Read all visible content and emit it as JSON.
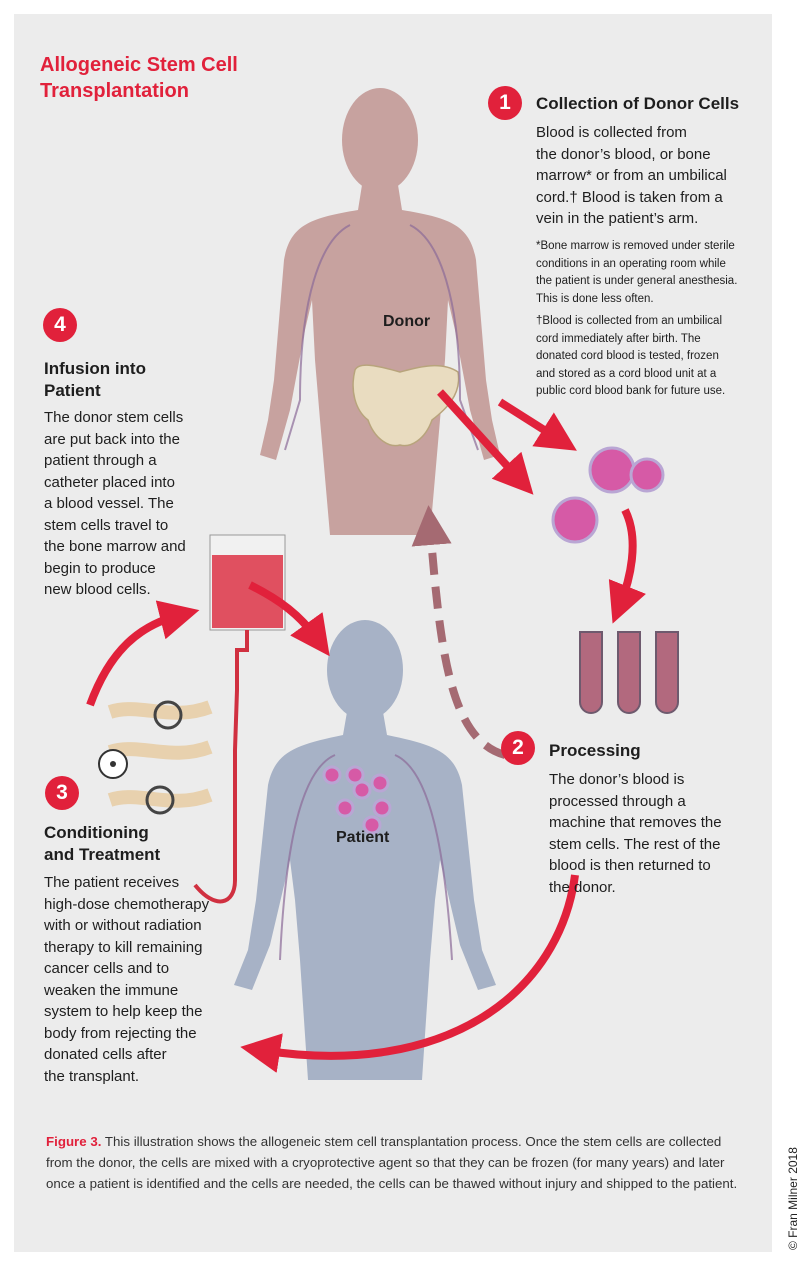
{
  "title": [
    "Allogeneic Stem Cell",
    "Transplantation"
  ],
  "steps": {
    "s1": {
      "number": "1",
      "heading": [
        "Collection of Donor Cells"
      ],
      "body": [
        "Blood is collected from",
        "the donor’s blood, or bone",
        "marrow* or from an umbilical",
        "cord.† Blood is taken from a",
        "vein in the patient’s arm."
      ],
      "footnote1": [
        "*Bone marrow is removed under sterile",
        "conditions in an operating room while",
        "the patient is under general anesthesia.",
        "This is done less often."
      ],
      "footnote2": [
        "†Blood is collected from an umbilical",
        "cord immediately after birth. The",
        "donated cord blood is tested, frozen",
        "and stored as a cord blood unit at a",
        "public cord blood bank for future use."
      ]
    },
    "s2": {
      "number": "2",
      "heading": [
        "Processing"
      ],
      "body": [
        "The donor’s blood is",
        "processed through a",
        "machine that removes the",
        "stem cells. The rest of the",
        "blood is then returned to",
        "the donor."
      ]
    },
    "s3": {
      "number": "3",
      "heading": [
        "Conditioning",
        "and Treatment"
      ],
      "body": [
        "The patient receives",
        "high-dose chemotherapy",
        "with or without radiation",
        "therapy to kill remaining",
        "cancer cells and to",
        "weaken the immune",
        "system to help keep the",
        "body from rejecting the",
        "donated cells after",
        "the transplant."
      ]
    },
    "s4": {
      "number": "4",
      "heading": [
        "Infusion into",
        "Patient"
      ],
      "body": [
        "The donor stem cells",
        "are put back into the",
        "patient through a",
        "catheter placed into",
        "a blood vessel. The",
        "stem cells travel to",
        "the bone marrow and",
        "begin to produce",
        "new blood cells."
      ]
    }
  },
  "labels": {
    "donor": "Donor",
    "patient": "Patient"
  },
  "caption": {
    "figure": "Figure 3.",
    "text": " This illustration shows the allogeneic stem cell transplantation process. Once the stem cells are collected from the donor, the cells are mixed with a cryoprotective agent so that they can be frozen (for many years) and later once a patient is identified and the cells are needed, the cells can be thawed without injury and shipped to the patient."
  },
  "copyright": "© Fran Milner 2018",
  "colors": {
    "accent": "#e1213b",
    "donor": "#c7a29f",
    "patient": "#a7b2c6",
    "panel": "#ececec"
  }
}
